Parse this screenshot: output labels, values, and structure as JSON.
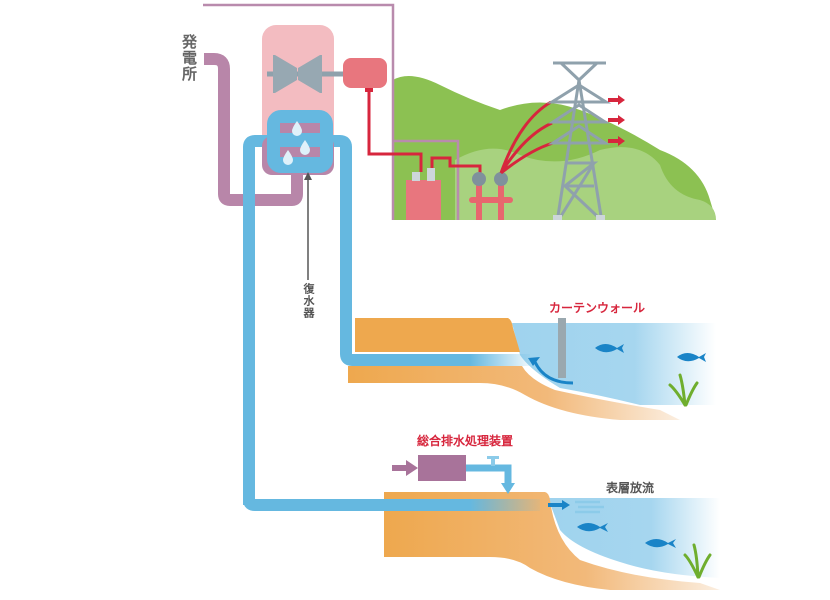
{
  "labels": {
    "power_plant": "発電所",
    "condenser": "復水器",
    "curtain_wall": "カーテンウォール",
    "treatment_facility": "総合排水処理装置",
    "surface_discharge": "表層放流"
  },
  "colors": {
    "steam_pipe": "#b886a9",
    "water_pipe": "#65b8e0",
    "electric": "#d7263d",
    "land": "#eea84e",
    "sea": "#9fd3ee",
    "fish": "#1a84c7",
    "hill_dark": "#8cc152",
    "hill_light": "#a8d27f",
    "gray": "#8fa1ac"
  }
}
